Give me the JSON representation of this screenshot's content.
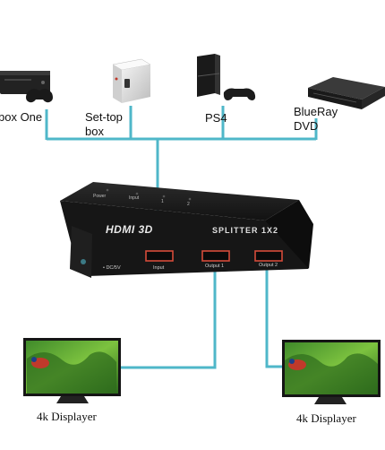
{
  "sources": [
    {
      "id": "xbox",
      "label": "box One",
      "icon": "game-console-icon"
    },
    {
      "id": "settop",
      "label": "Set-top\nbox",
      "icon": "set-top-box-icon"
    },
    {
      "id": "ps4",
      "label": "PS4",
      "icon": "game-console-icon"
    },
    {
      "id": "bluray",
      "label": "BlueRay\nDVD",
      "icon": "bluray-player-icon"
    }
  ],
  "splitter": {
    "brand": "HDMI 3D",
    "model": "SPLITTER 1X2",
    "power_port": "• DC/5V",
    "led_power": "Power",
    "led_input": "Input",
    "led_1": "1",
    "led_2": "2",
    "input_port": "Input",
    "output_1_port": "Output 1",
    "output_2_port": "Output 2"
  },
  "displays": [
    {
      "id": "left",
      "label": "4k Displayer"
    },
    {
      "id": "right",
      "label": "4k Displayer"
    }
  ],
  "colors": {
    "cable": "#4fb7c9",
    "device_dark": "#1c1c1c",
    "port_red": "#c0392b"
  }
}
